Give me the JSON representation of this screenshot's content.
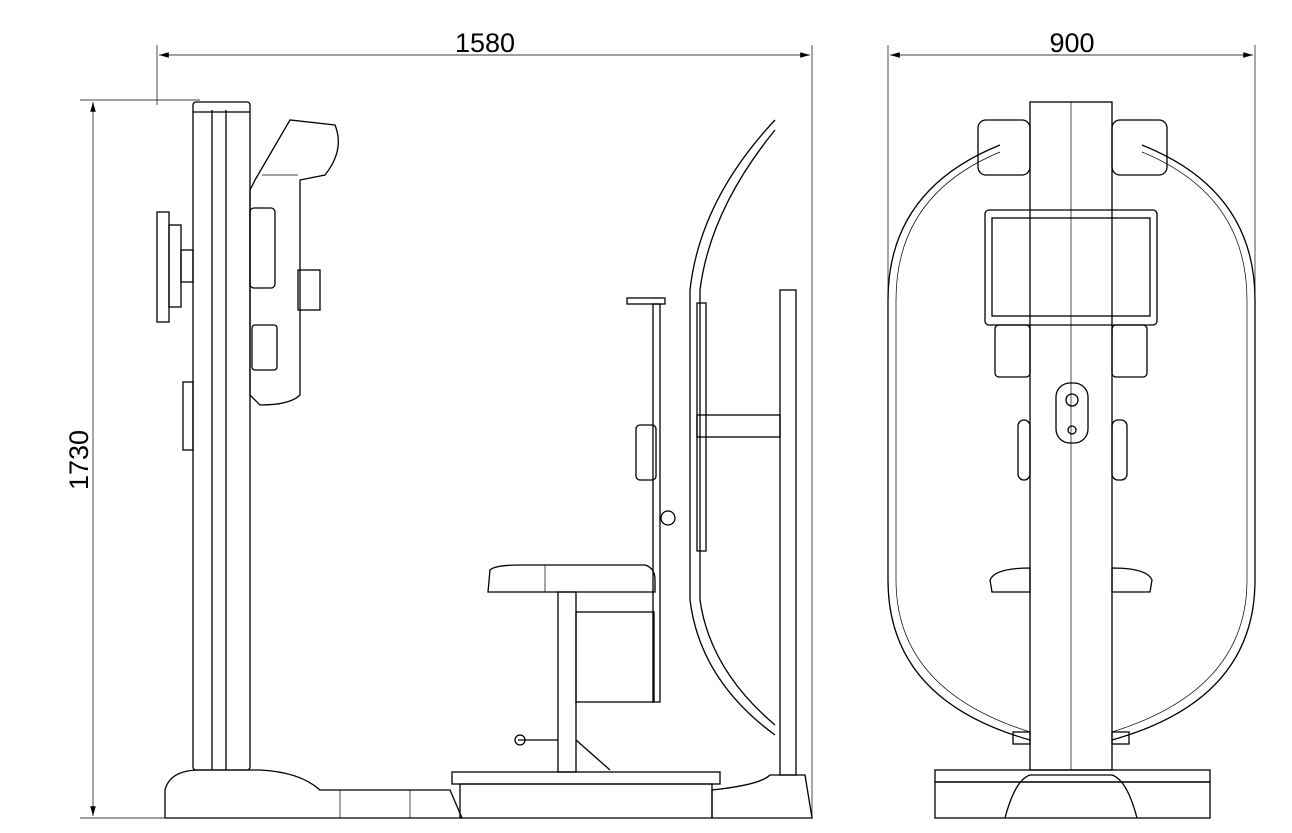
{
  "dimensions": {
    "side_width": "1580",
    "front_width": "900",
    "height": "1730"
  },
  "colors": {
    "line": "#000000",
    "background": "#ffffff"
  }
}
